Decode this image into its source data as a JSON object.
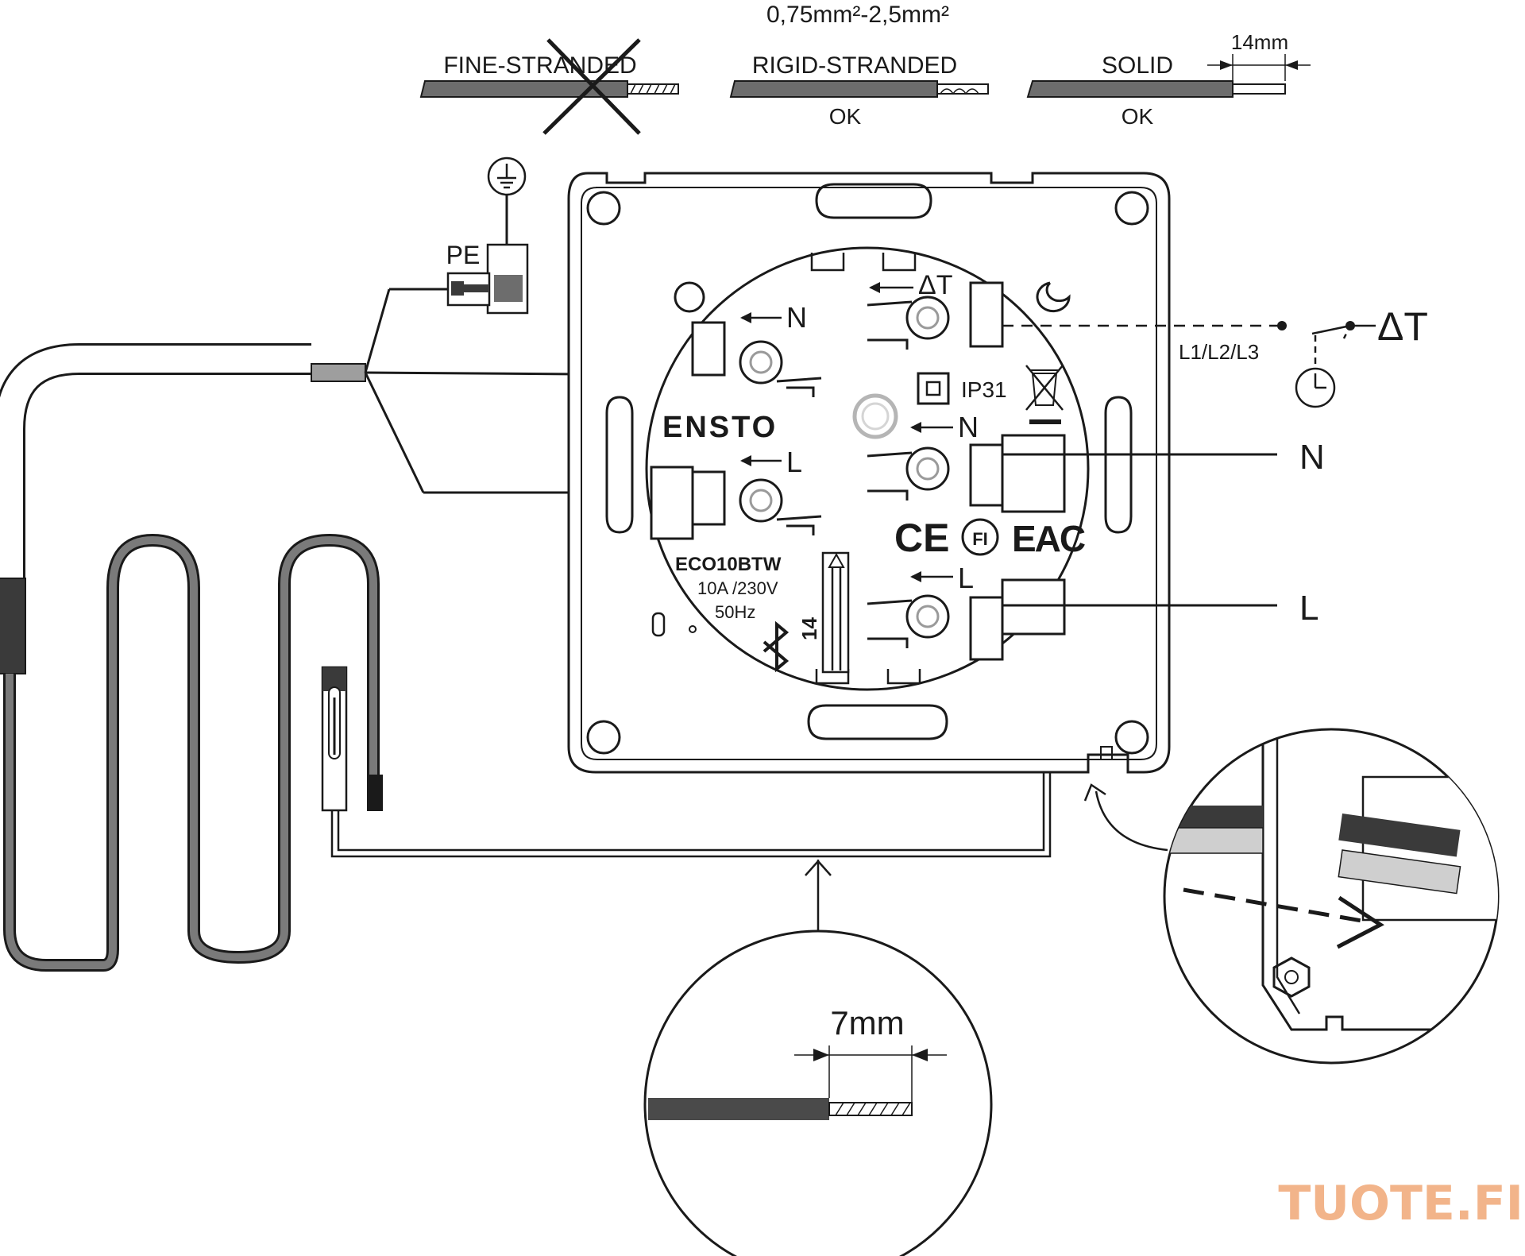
{
  "wire_spec": {
    "range": "0,75mm²-2,5mm²",
    "fine_stranded": "FINE-STRANDED",
    "rigid_stranded": "RIGID-STRANDED",
    "rigid_ok": "OK",
    "solid": "SOLID",
    "solid_ok": "OK",
    "strip_length": "14mm"
  },
  "earth": {
    "pe_label": "PE"
  },
  "device": {
    "brand": "ENSTO",
    "model": "ECO10BTW",
    "rating": "10A /230V",
    "frequency": "50Hz",
    "ip_rating": "IP31",
    "strip_gauge": "14",
    "terminals": {
      "n_left": "N",
      "l_left": "L",
      "delta_t": "ΔT",
      "n_mid": "N",
      "l_mid": "L"
    }
  },
  "external": {
    "delta_t": "ΔT",
    "phases": "L1/L2/L3",
    "neutral": "N",
    "live": "L"
  },
  "sensor_detail": {
    "strip_length": "7mm"
  },
  "watermark": "TUOTE.FI"
}
